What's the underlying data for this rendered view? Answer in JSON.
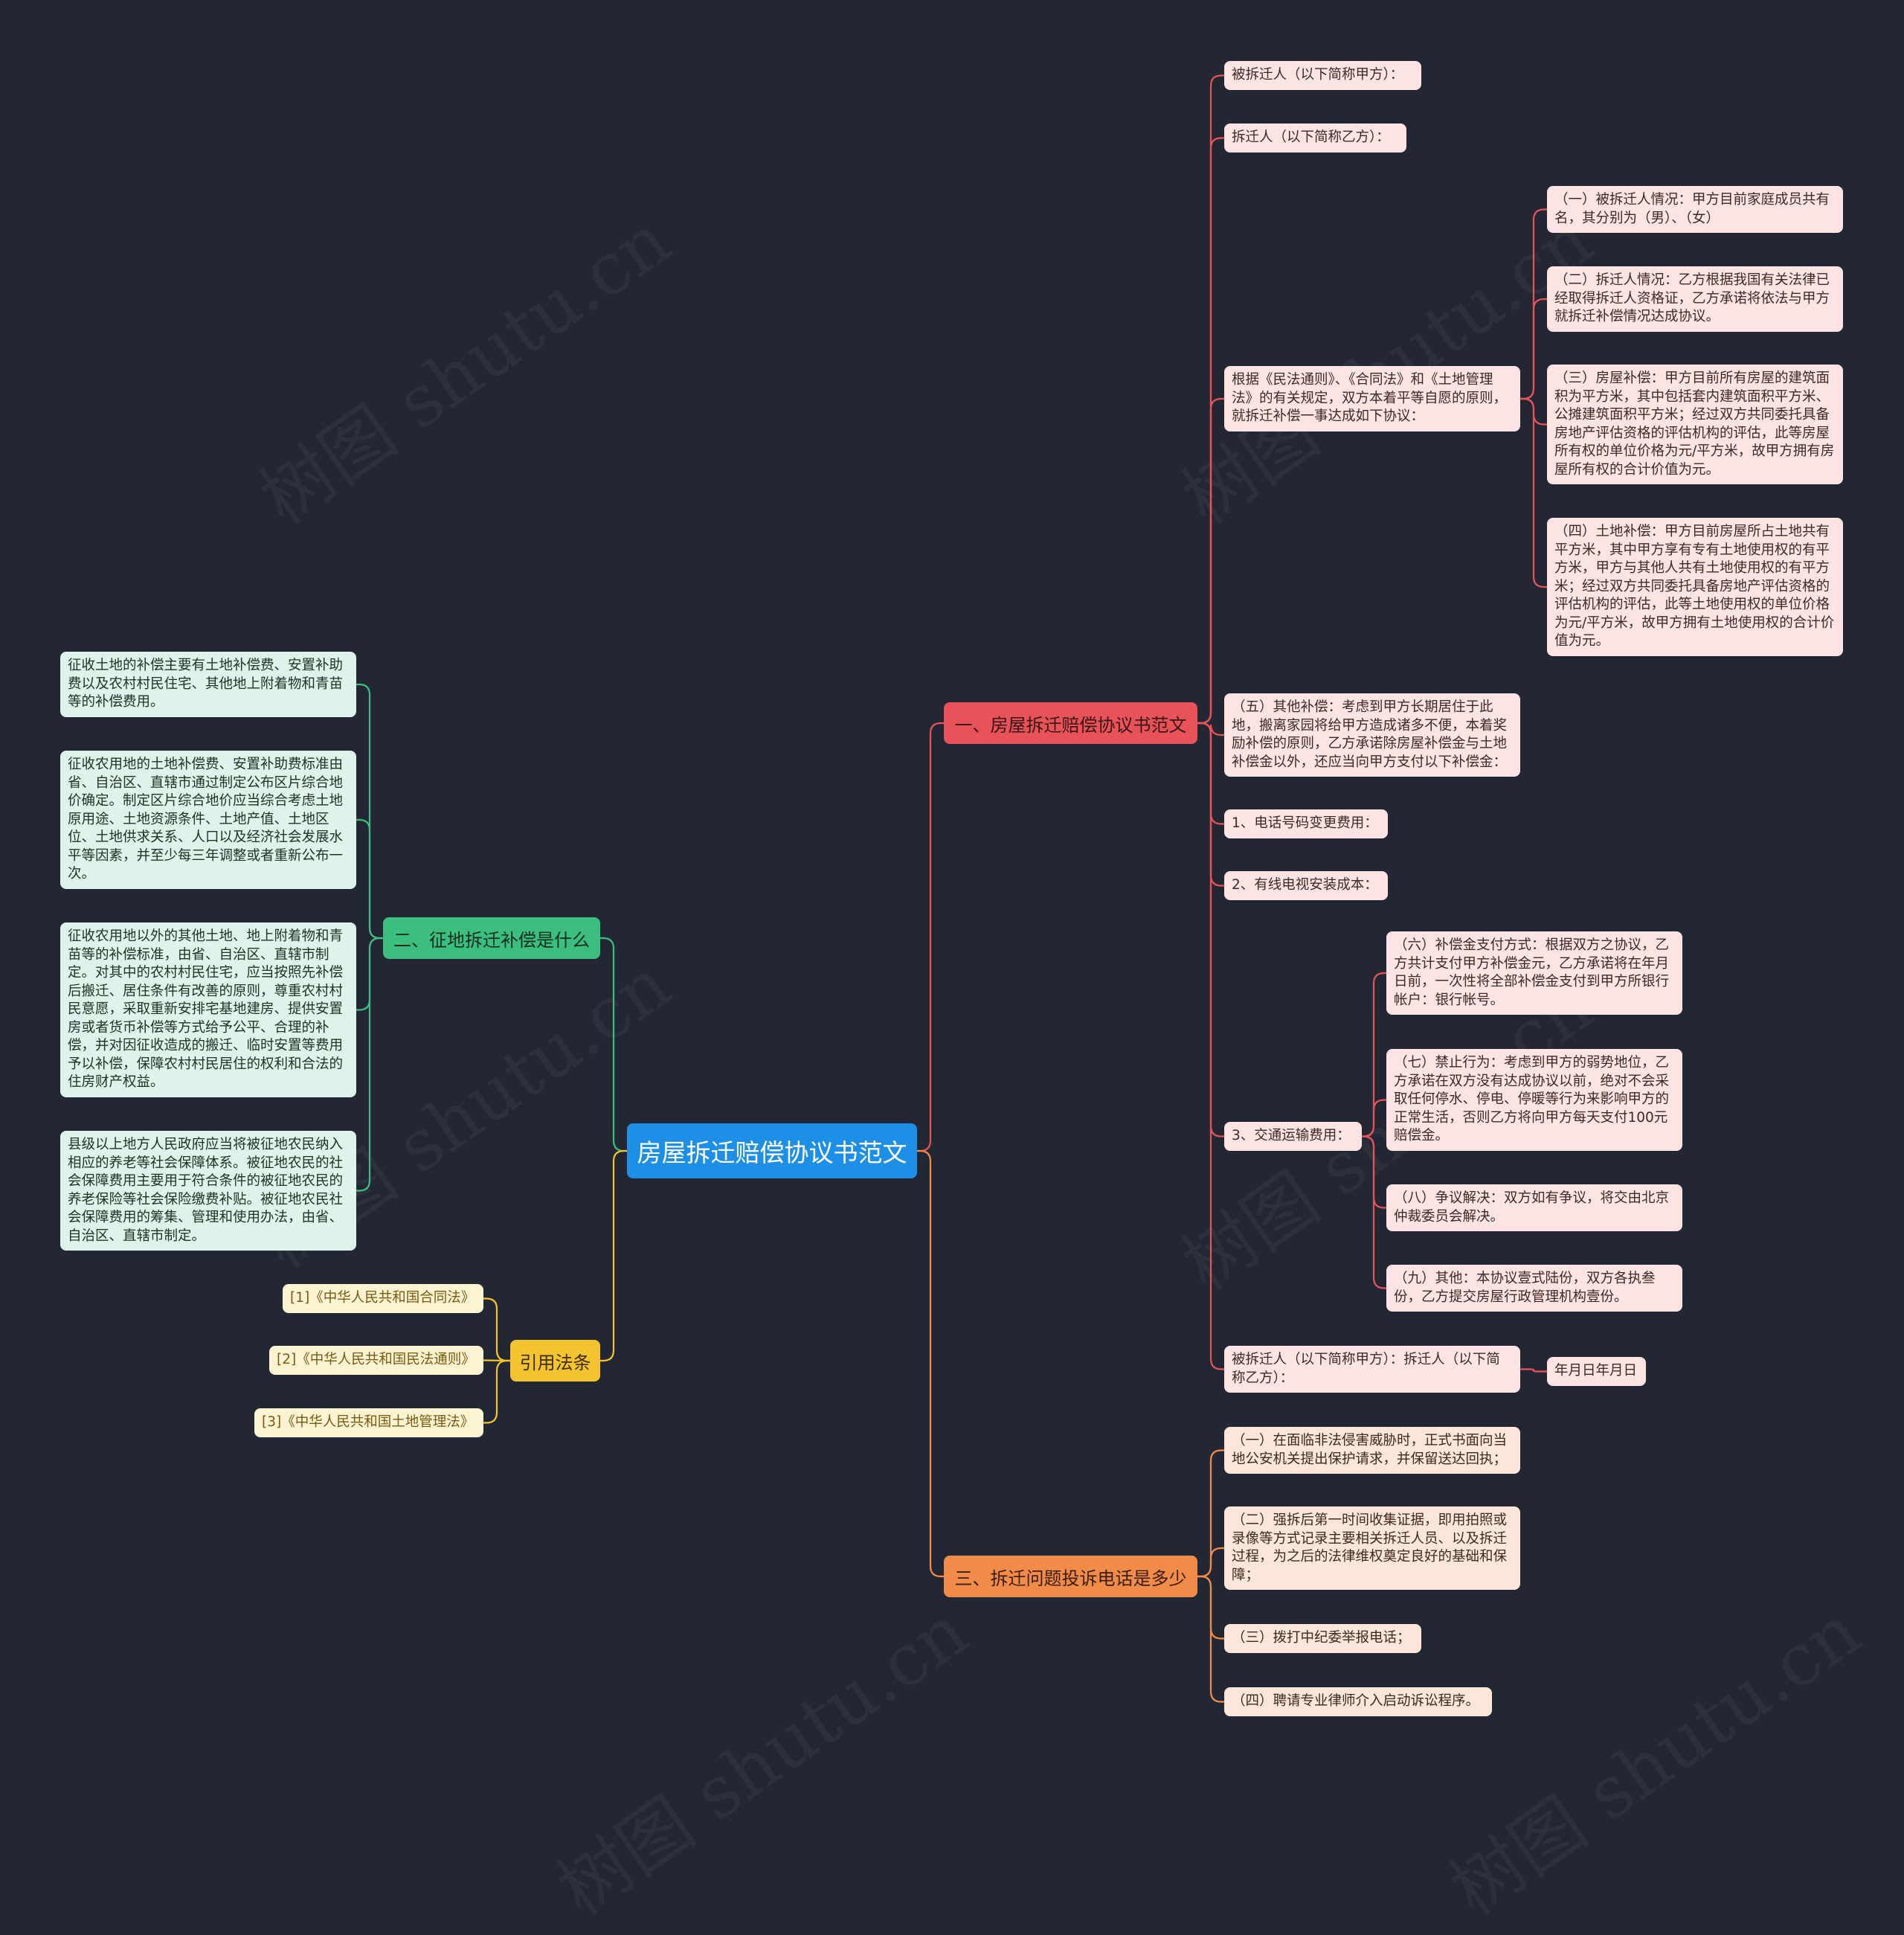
{
  "watermark": "树图 shutu.cn",
  "colors": {
    "background": "#232733",
    "root": "#1e8fe6",
    "branch1": "#e8535a",
    "branch2": "#3cbf7e",
    "branch3": "#f18b4a",
    "branch4": "#f4c430"
  },
  "root": {
    "label": "房屋拆迁赔偿协议书范文"
  },
  "branch1": {
    "label": "一、房屋拆迁赔偿协议书范文",
    "items": [
      "被拆迁人（以下简称甲方）：",
      "拆迁人（以下简称乙方）：",
      "根据《民法通则》、《合同法》和《土地管理法》的有关规定，双方本着平等自愿的原则，就拆迁补偿一事达成如下协议：",
      "（五）其他补偿：考虑到甲方长期居住于此地，搬离家园将给甲方造成诸多不便，本着奖励补偿的原则，乙方承诺除房屋补偿金与土地补偿金以外，还应当向甲方支付以下补偿金：",
      "1、电话号码变更费用：",
      "2、有线电视安装成本：",
      "3、交通运输费用：",
      "被拆迁人（以下简称甲方）：拆迁人（以下简称乙方）："
    ],
    "agreement_terms": [
      "（一）被拆迁人情况：甲方目前家庭成员共有名，其分别为（男）、（女）",
      "（二）拆迁人情况：乙方根据我国有关法律已经取得拆迁人资格证，乙方承诺将依法与甲方就拆迁补偿情况达成协议。",
      "（三）房屋补偿：甲方目前所有房屋的建筑面积为平方米，其中包括套内建筑面积平方米、公摊建筑面积平方米；经过双方共同委托具备房地产评估资格的评估机构的评估，此等房屋所有权的单位价格为元/平方米，故甲方拥有房屋所有权的合计价值为元。",
      "（四）土地补偿：甲方目前房屋所占土地共有平方米，其中甲方享有专有土地使用权的有平方米，甲方与其他人共有土地使用权的有平方米；经过双方共同委托具备房地产评估资格的评估机构的评估，此等土地使用权的单位价格为元/平方米，故甲方拥有土地使用权的合计价值为元。"
    ],
    "transport_terms": [
      "（六）补偿金支付方式：根据双方之协议，乙方共计支付甲方补偿金元，乙方承诺将在年月日前，一次性将全部补偿金支付到甲方所银行帐户：银行帐号。",
      "（七）禁止行为：考虑到甲方的弱势地位，乙方承诺在双方没有达成协议以前，绝对不会采取任何停水、停电、停暖等行为来影响甲方的正常生活，否则乙方将向甲方每天支付100元赔偿金。",
      "（八）争议解决：双方如有争议，将交由北京仲裁委员会解决。",
      "（九）其他：本协议壹式陆份，双方各执叁份，乙方提交房屋行政管理机构壹份。"
    ],
    "signature_date": "年月日年月日"
  },
  "branch2": {
    "label": "二、征地拆迁补偿是什么",
    "items": [
      "征收土地的补偿主要有土地补偿费、安置补助费以及农村村民住宅、其他地上附着物和青苗等的补偿费用。",
      "征收农用地的土地补偿费、安置补助费标准由省、自治区、直辖市通过制定公布区片综合地价确定。制定区片综合地价应当综合考虑土地原用途、土地资源条件、土地产值、土地区位、土地供求关系、人口以及经济社会发展水平等因素，并至少每三年调整或者重新公布一次。",
      "征收农用地以外的其他土地、地上附着物和青苗等的补偿标准，由省、自治区、直辖市制定。对其中的农村村民住宅，应当按照先补偿后搬迁、居住条件有改善的原则，尊重农村村民意愿，采取重新安排宅基地建房、提供安置房或者货币补偿等方式给予公平、合理的补偿，并对因征收造成的搬迁、临时安置等费用予以补偿，保障农村村民居住的权利和合法的住房财产权益。",
      "县级以上地方人民政府应当将被征地农民纳入相应的养老等社会保障体系。被征地农民的社会保障费用主要用于符合条件的被征地农民的养老保险等社会保险缴费补贴。被征地农民社会保障费用的筹集、管理和使用办法，由省、自治区、直辖市制定。"
    ]
  },
  "branch3": {
    "label": "三、拆迁问题投诉电话是多少",
    "items": [
      "（一）在面临非法侵害威胁时，正式书面向当地公安机关提出保护请求，并保留送达回执；",
      "（二）强拆后第一时间收集证据，即用拍照或录像等方式记录主要相关拆迁人员、以及拆迁过程，为之后的法律维权奠定良好的基础和保障；",
      "（三）拨打中纪委举报电话；",
      "（四）聘请专业律师介入启动诉讼程序。"
    ]
  },
  "branch4": {
    "label": "引用法条",
    "items": [
      "[1]《中华人民共和国合同法》",
      "[2]《中华人民共和国民法通则》",
      "[3]《中华人民共和国土地管理法》"
    ]
  }
}
